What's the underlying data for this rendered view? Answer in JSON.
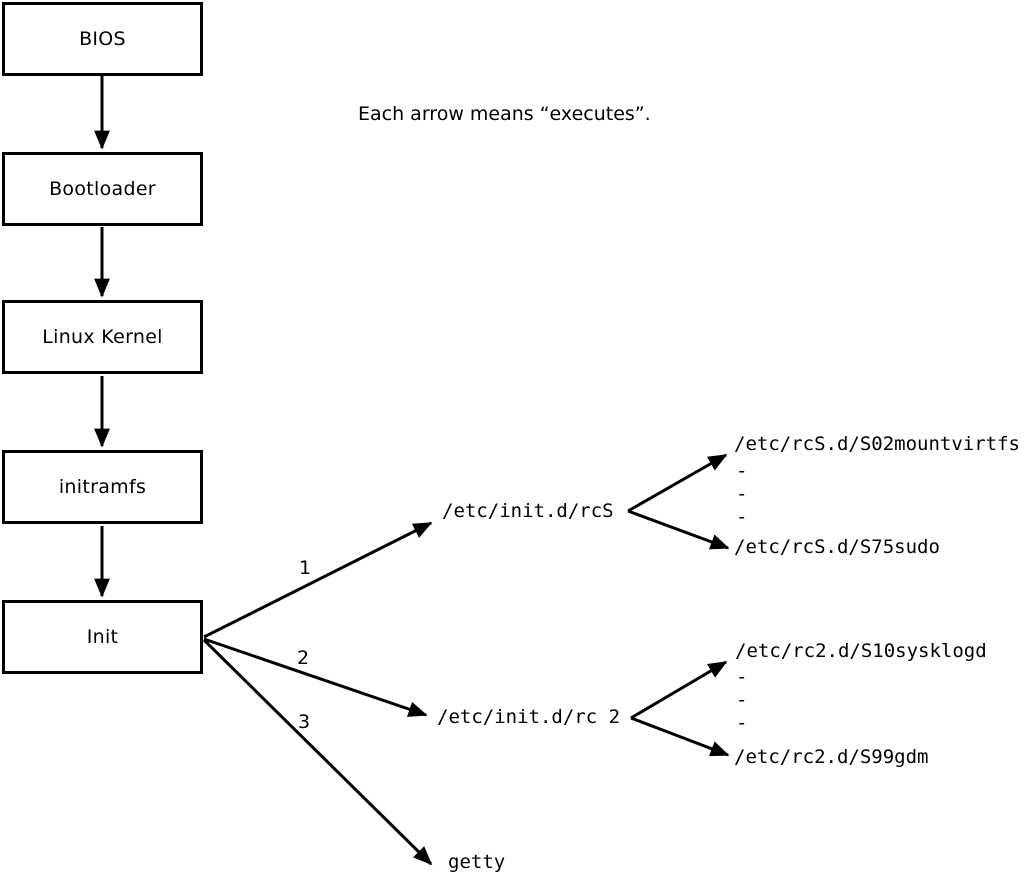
{
  "diagram": {
    "note": "Each arrow means “executes”.",
    "boxes": [
      {
        "id": "bios",
        "label": "BIOS"
      },
      {
        "id": "bootloader",
        "label": "Bootloader"
      },
      {
        "id": "linux-kernel",
        "label": "Linux Kernel"
      },
      {
        "id": "initramfs",
        "label": "initramfs"
      },
      {
        "id": "init",
        "label": "Init"
      }
    ],
    "init_branches": [
      {
        "order": "1",
        "target": "/etc/init.d/rcS"
      },
      {
        "order": "2",
        "target": "/etc/init.d/rc 2"
      },
      {
        "order": "3",
        "target": "getty"
      }
    ],
    "rcS_fan": {
      "first": "/etc/rcS.d/S02mountvirtfs",
      "dashes": [
        "-",
        "-",
        "-"
      ],
      "last": "/etc/rcS.d/S75sudo"
    },
    "rc2_fan": {
      "first": "/etc/rc2.d/S10sysklogd",
      "dashes": [
        "-",
        "-",
        "-"
      ],
      "last": "/etc/rc2.d/S99gdm"
    },
    "colors": {
      "line": "#000000",
      "background": "#ffffff",
      "text": "#000000"
    }
  }
}
